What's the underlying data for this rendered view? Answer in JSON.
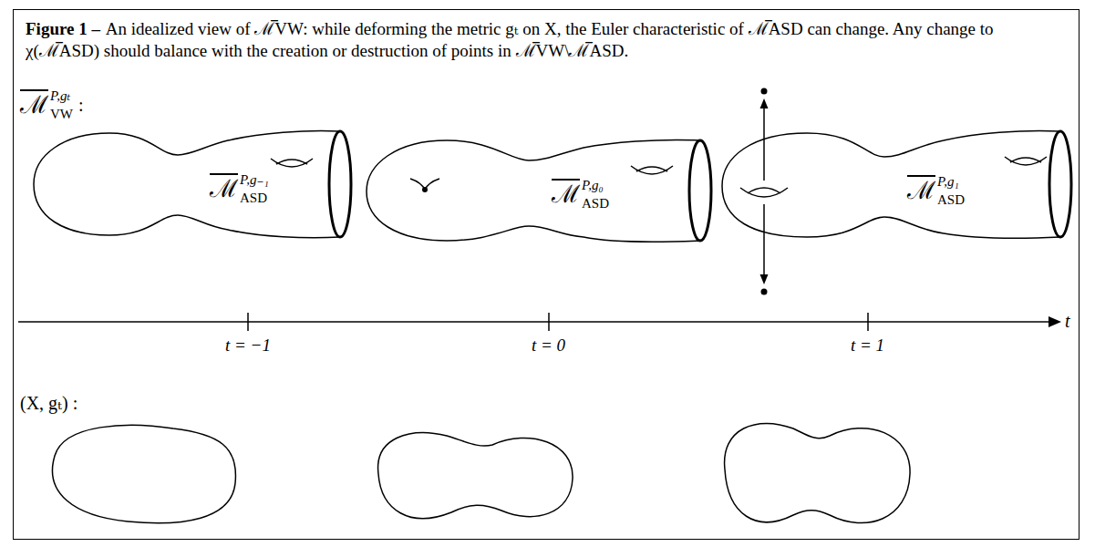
{
  "diagram": {
    "title": "Figure 1 –",
    "caption": "An idealized view of ℳ̅VW: while deforming the metric gₜ on X, the Euler characteristic of ℳ̅ASD can change. Any change to χ(ℳ̅ASD) should balance with the creation or destruction of points in ℳ̅VW\\ℳ̅ASD.",
    "nodes": [
      {
        "text": [
          "ℳ",
          "ASD",
          "P,g₋₁"
        ]
      },
      {
        "text": [
          "ℳ",
          "ASD",
          "P,g₀"
        ]
      },
      {
        "text": [
          "ℳ",
          "ASD",
          "P,g₁"
        ]
      }
    ],
    "labels": [
      "ℳ",
      "VW",
      "P,gₜ",
      ":",
      "t = −1",
      "t = 0",
      "t = 1",
      "t",
      "(X, gₜ) :"
    ]
  }
}
